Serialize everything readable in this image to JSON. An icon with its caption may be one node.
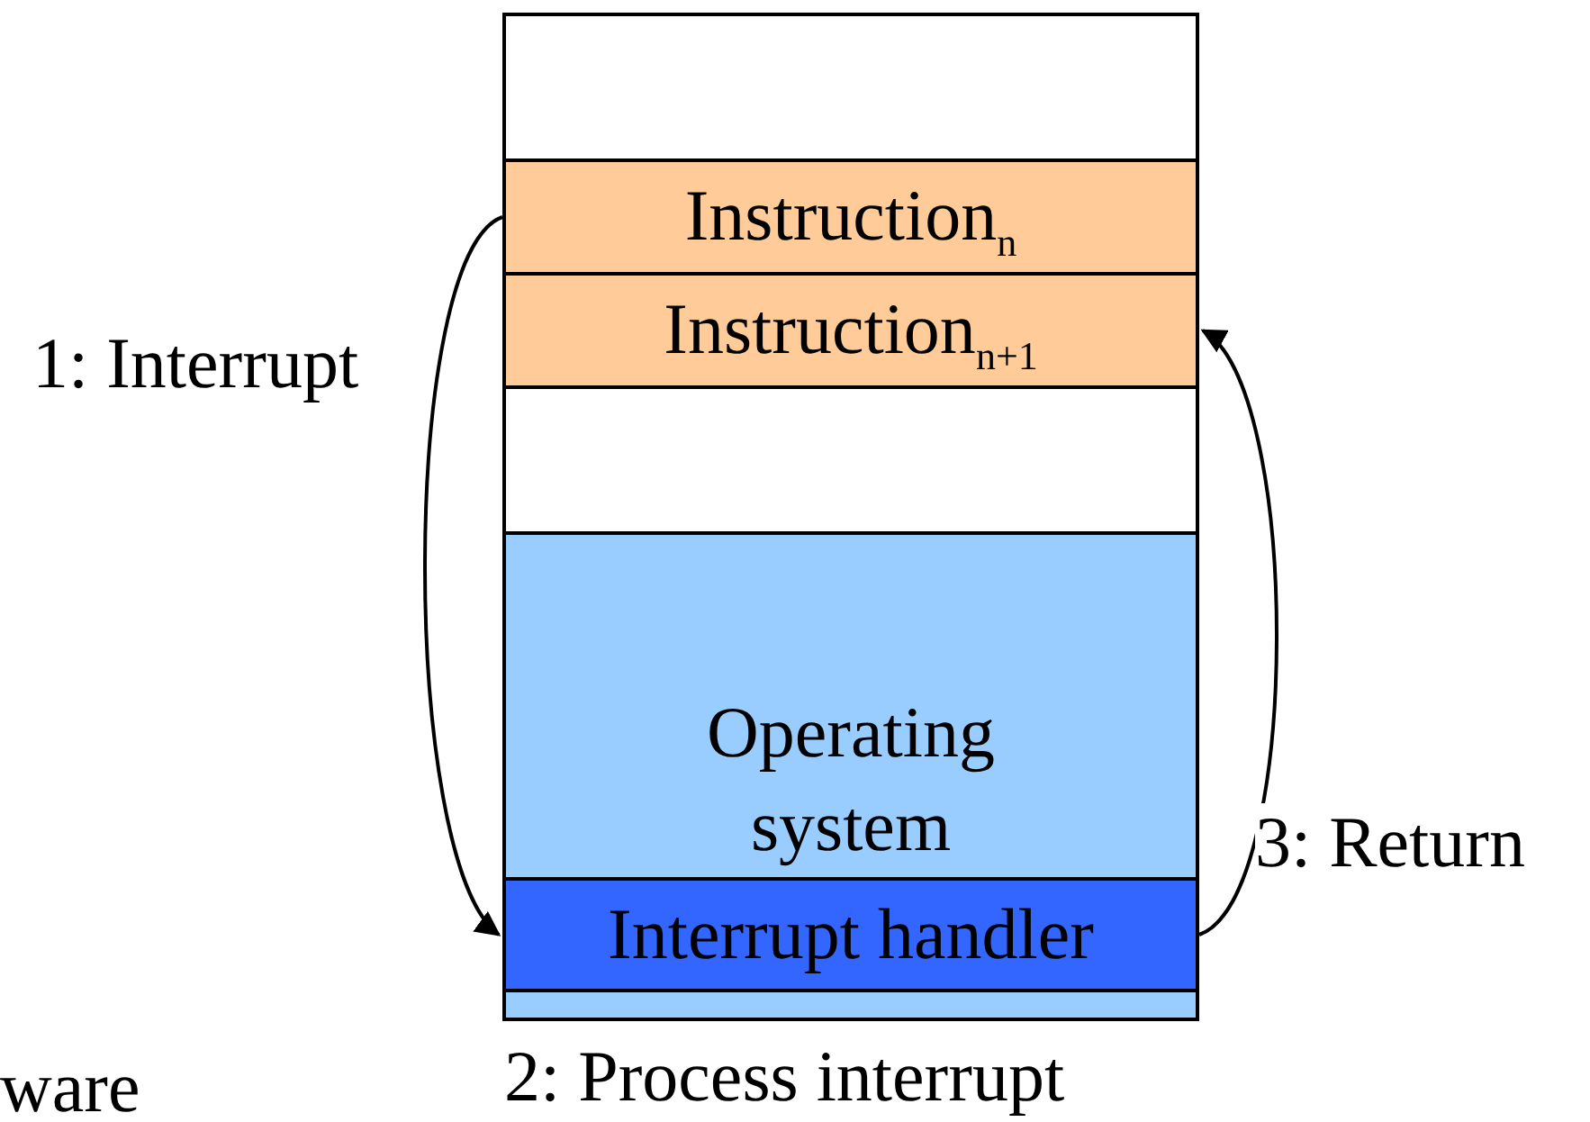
{
  "diagram": {
    "nodes": [
      {
        "text": [],
        "shape": "box"
      },
      {
        "text": [
          "Instruction$_{n}$"
        ]
      },
      {
        "text": [
          "Instruction$_{n+1}$"
        ]
      },
      {
        "text": [],
        "shape": "box"
      },
      {
        "text": [
          "Operating system"
        ]
      },
      {
        "text": [
          "Interrupt handler"
        ],
        "in": 4
      }
    ],
    "edges": [
      {
        "from": 1,
        "to": 5,
        "arrow": "to",
        "label": "1: Interrupt"
      },
      {
        "from": 5,
        "to": 2,
        "arrow": "to",
        "label": "3: Return"
      }
    ],
    "labels": [
      "2: Process interrupt",
      "ware"
    ]
  }
}
